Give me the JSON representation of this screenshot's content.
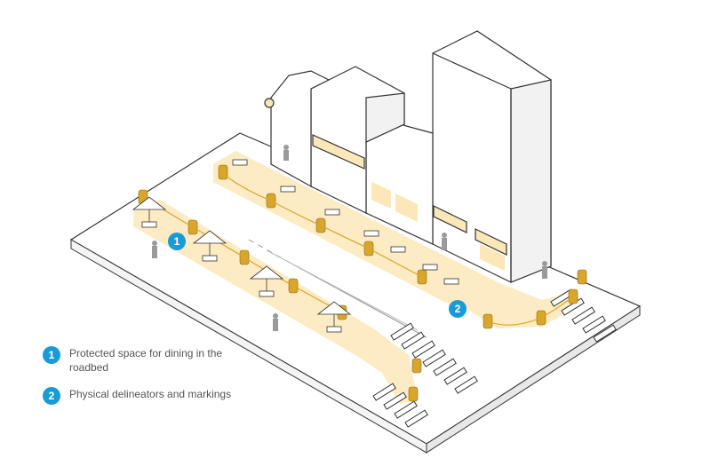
{
  "colors": {
    "accent": "#1a9bd7",
    "zone_fill": "#fbe7b8",
    "barrier": "#d9a52a",
    "line": "#333333",
    "ground": "#ffffff"
  },
  "callouts": [
    {
      "number": "1"
    },
    {
      "number": "2"
    }
  ],
  "legend": [
    {
      "number": "1",
      "text": "Protected space for dining in the roadbed"
    },
    {
      "number": "2",
      "text": "Physical delineators and markings"
    }
  ]
}
